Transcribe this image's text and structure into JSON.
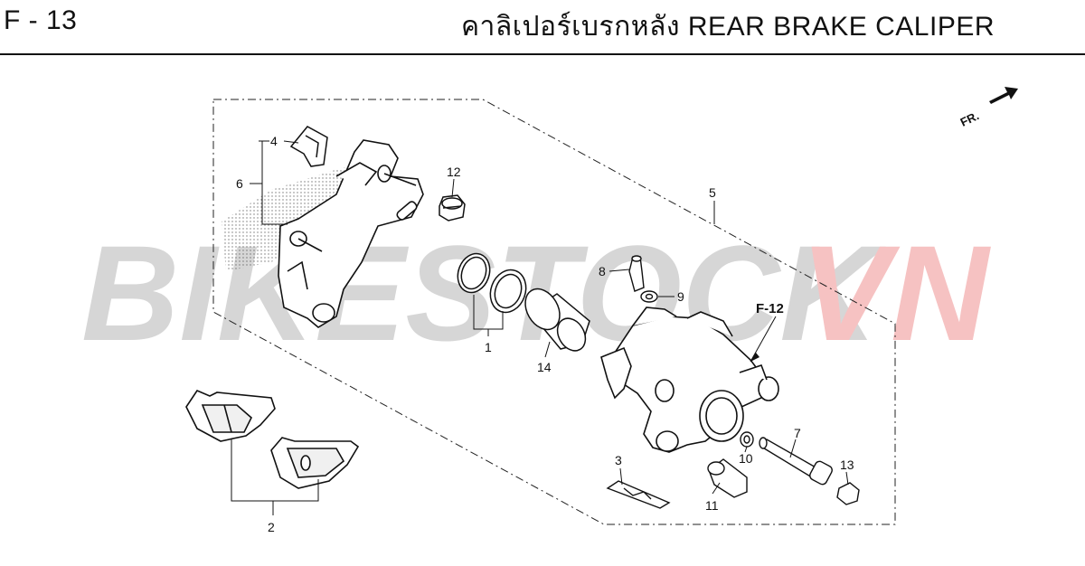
{
  "header": {
    "code": "F - 13",
    "title": "คาลิเปอร์เบรกหลัง  REAR BRAKE CALIPER"
  },
  "watermark": {
    "part1": "BIKESTOCK",
    "part2": "VN",
    "colors": {
      "part1": "#d6d6d6",
      "part2": "#f6c2c2"
    }
  },
  "front_marker": {
    "label": "FR."
  },
  "reference": {
    "label": "F-12"
  },
  "callouts": [
    {
      "id": "1",
      "label": "1"
    },
    {
      "id": "2",
      "label": "2"
    },
    {
      "id": "3",
      "label": "3"
    },
    {
      "id": "4",
      "label": "4"
    },
    {
      "id": "5",
      "label": "5"
    },
    {
      "id": "6",
      "label": "6"
    },
    {
      "id": "7",
      "label": "7"
    },
    {
      "id": "8",
      "label": "8"
    },
    {
      "id": "9",
      "label": "9"
    },
    {
      "id": "10",
      "label": "10"
    },
    {
      "id": "11",
      "label": "11"
    },
    {
      "id": "12",
      "label": "12"
    },
    {
      "id": "13",
      "label": "13"
    },
    {
      "id": "14",
      "label": "14"
    }
  ]
}
